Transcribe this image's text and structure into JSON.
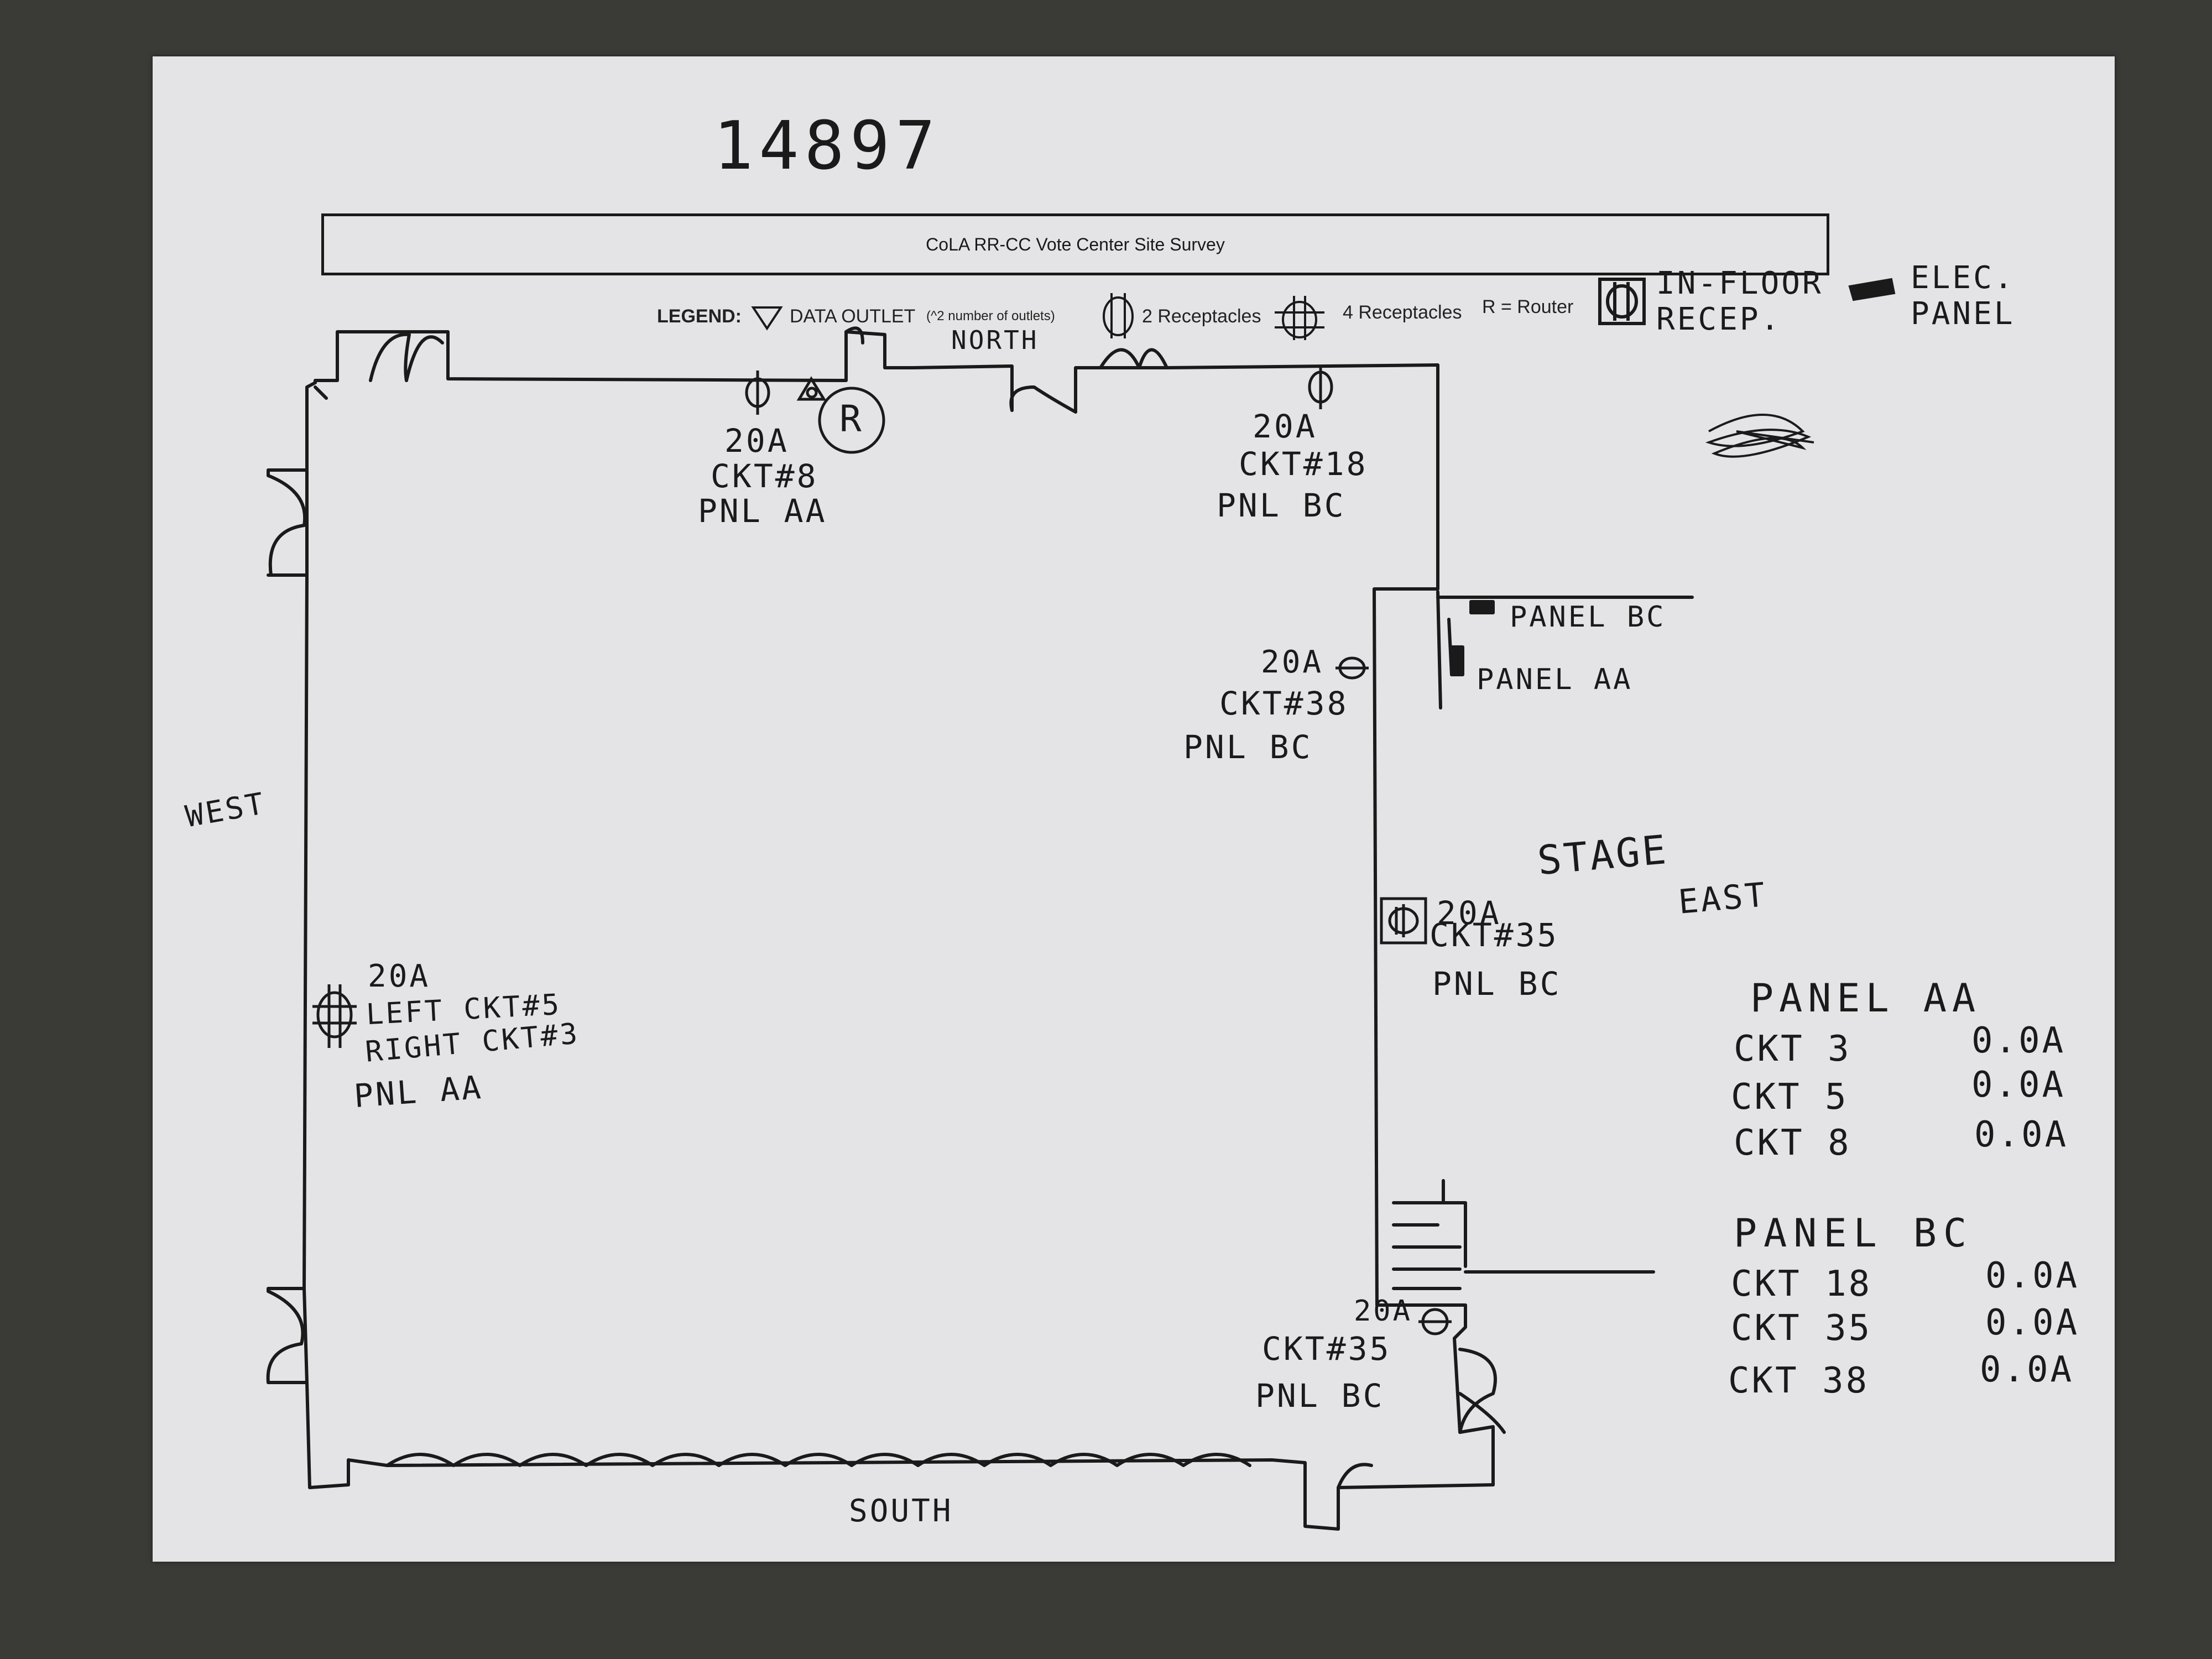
{
  "site_number": "14897",
  "survey_title": "CoLA RR-CC Vote Center Site Survey",
  "legend": {
    "label": "LEGEND:",
    "data_outlet": "DATA OUTLET",
    "data_outlet_note": "(^2 number of outlets)",
    "two_receptacles": "2 Receptacles",
    "four_receptacles": "4 Receptacles",
    "router": "R = Router",
    "in_floor_line1": "IN-FLOOR",
    "in_floor_line2": "RECEP.",
    "elec_panel_line1": "ELEC.",
    "elec_panel_line2": "PANEL"
  },
  "directions": {
    "north": "NORTH",
    "south": "SOUTH",
    "west": "WEST",
    "east": "EAST",
    "stage": "STAGE"
  },
  "router_mark": "R",
  "outlets": {
    "north_left": {
      "amps": "20A",
      "circuit": "CKT#8",
      "panel": "PNL AA"
    },
    "north_right": {
      "amps": "20A",
      "circuit": "CKT#18",
      "panel": "PNL BC"
    },
    "east_upper": {
      "amps": "20A",
      "circuit": "CKT#38",
      "panel": "PNL BC"
    },
    "east_middle": {
      "amps": "20A",
      "circuit": "CKT#35",
      "panel": "PNL BC"
    },
    "east_lower": {
      "amps": "20A",
      "circuit": "CKT#35",
      "panel": "PNL BC"
    },
    "west": {
      "amps": "20A",
      "left": "LEFT CKT#5",
      "right": "RIGHT CKT#3",
      "panel": "PNL AA"
    }
  },
  "panel_labels": {
    "bc": "PANEL BC",
    "aa": "PANEL AA"
  },
  "panel_readings": [
    {
      "panel": "PANEL AA",
      "rows": [
        {
          "circuit": "CKT 3",
          "reading": "0.0A"
        },
        {
          "circuit": "CKT 5",
          "reading": "0.0A"
        },
        {
          "circuit": "CKT 8",
          "reading": "0.0A"
        }
      ]
    },
    {
      "panel": "PANEL BC",
      "rows": [
        {
          "circuit": "CKT 18",
          "reading": "0.0A"
        },
        {
          "circuit": "CKT 35",
          "reading": "0.0A"
        },
        {
          "circuit": "CKT 38",
          "reading": "0.0A"
        }
      ]
    }
  ],
  "colors": {
    "ink": "#1a1a1a",
    "paper": "#e4e4e6",
    "carpet": "#3a3a37"
  }
}
